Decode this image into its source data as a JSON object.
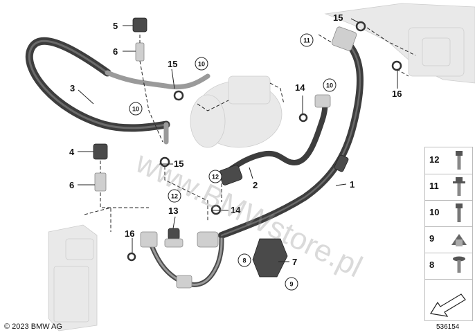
{
  "callouts": {
    "c1": "1",
    "c2": "2",
    "c3": "3",
    "c4": "4",
    "c5": "5",
    "c6a": "6",
    "c6b": "6",
    "c7": "7",
    "c13": "13",
    "c14a": "14",
    "c14b": "14",
    "c15a": "15",
    "c15b": "15",
    "c15c": "15",
    "c16a": "16",
    "c16b": "16"
  },
  "circled": {
    "a10a": "10",
    "a10b": "10",
    "a10c": "10",
    "a11": "11",
    "a12a": "12",
    "a12b": "12",
    "a8": "8",
    "a9": "9"
  },
  "legend": {
    "items": [
      "12",
      "11",
      "10",
      "9",
      "8"
    ]
  },
  "footer": {
    "copyright": "© 2023 BMW AG",
    "diagram_id": "536154"
  },
  "watermark": "www.BMWstore.pl",
  "colors": {
    "hose_dark": "#3d3d3d",
    "hose_light": "#9a9a9a",
    "line": "#222222"
  }
}
